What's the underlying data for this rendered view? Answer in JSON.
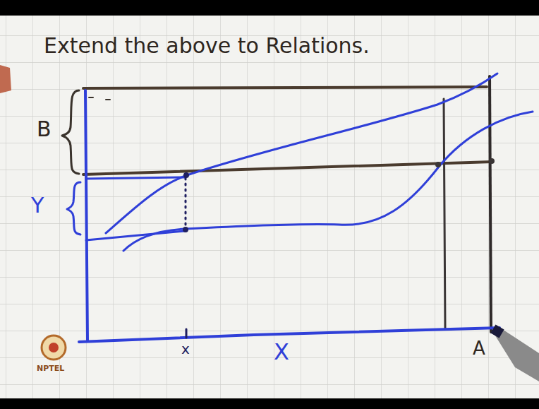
{
  "diagram": {
    "title": "Extend the above to Relations.",
    "labels": [
      "B",
      "Y",
      "x",
      "X",
      "A",
      "NPTEL"
    ]
  }
}
